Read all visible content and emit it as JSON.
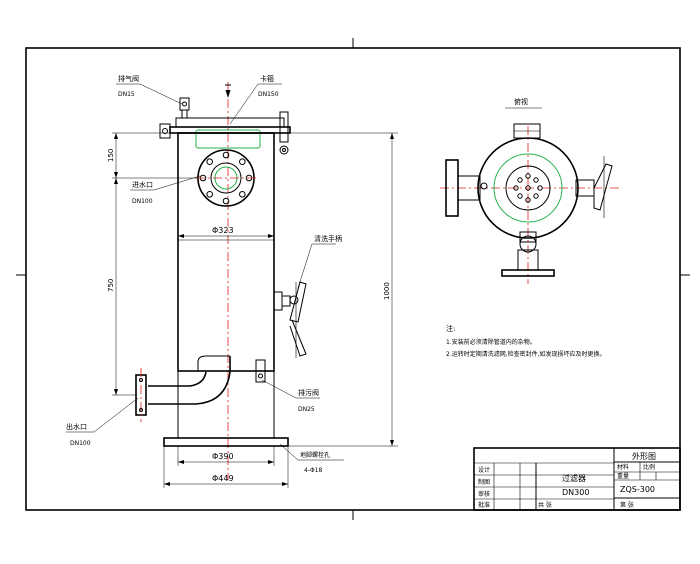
{
  "labels": {
    "vent_valve": "排气阀",
    "vent_size": "DN15",
    "clamp": "卡箍",
    "clamp_size": "DN150",
    "inlet_name": "进水口",
    "inlet_size": "DN100",
    "drain_name": "排污阀",
    "drain_size": "DN25",
    "cleaner": "清洗手柄",
    "outlet_name": "出水口",
    "outlet_size": "DN100",
    "foot_bolt": "地脚螺栓孔",
    "foot_bolt_size": "4-Φ18",
    "top_view": "俯视"
  },
  "dimensions": {
    "d_body": "Φ323",
    "d_base_inner": "Φ390",
    "d_base_outer": "Φ449",
    "h_top": "150",
    "h_mid": "750",
    "h_total": "1000"
  },
  "notes": {
    "title": "注:",
    "line1": "1.安装前必须清除管道内的杂物。",
    "line2": "2.运转时定期清洗滤网,检查密封件,如发现损坏应及时更换。"
  },
  "title_block": {
    "drawing_type": "外形图",
    "product_name": "过滤器",
    "product_model": "DN300",
    "drawing_no": "ZQS-300",
    "row_design": "设计",
    "row_draw": "制图",
    "row_check": "审核",
    "row_approve": "批准",
    "cell_material": "材料",
    "cell_weight": "重量",
    "cell_scale": "比例",
    "cell_sheet": "共 张",
    "cell_sheet2": "第 张"
  }
}
